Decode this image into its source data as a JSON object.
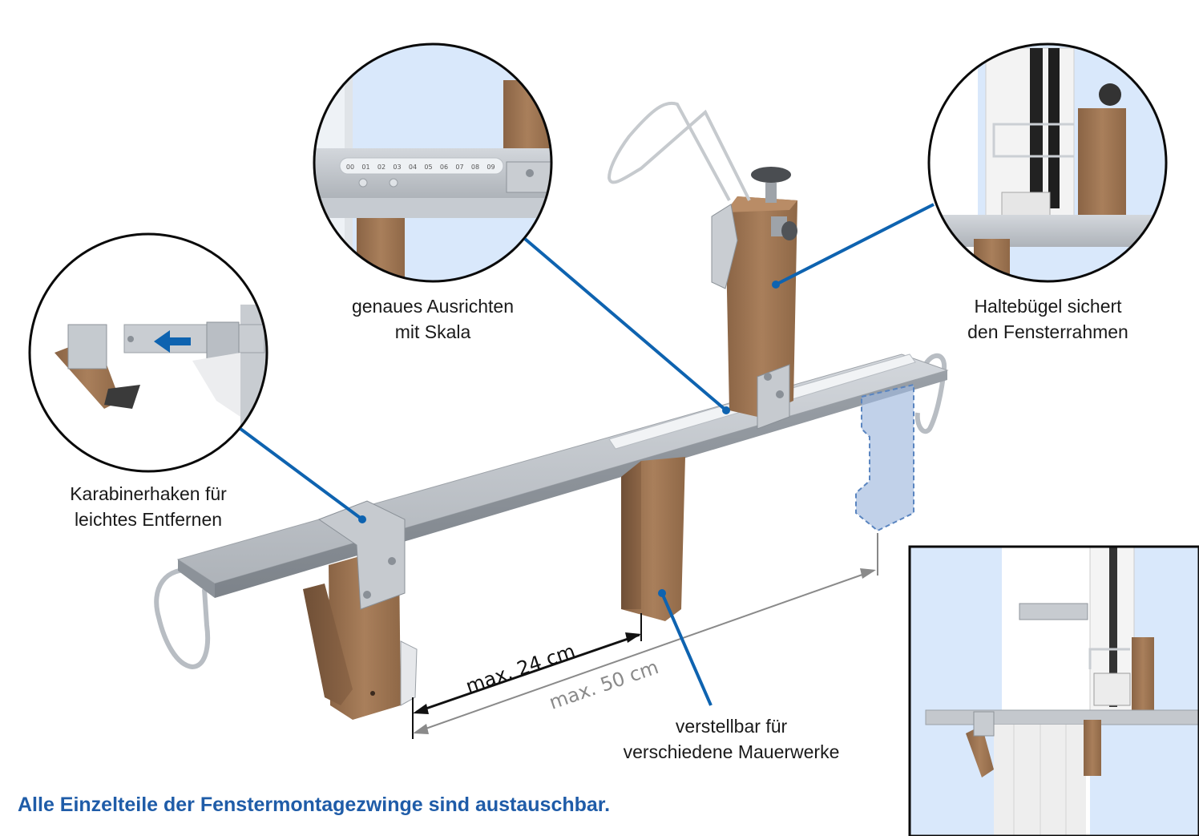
{
  "labels": {
    "karabiner": [
      "Karabinerhaken für",
      "leichtes Entfernen"
    ],
    "skala": [
      "genaues Ausrichten",
      "mit Skala"
    ],
    "haltebuegel": [
      "Haltebügel sichert",
      "den Fensterrahmen"
    ],
    "mauerwerk": [
      "verstellbar für",
      "verschiedene Mauerwerke"
    ]
  },
  "measurements": {
    "short": "max. 24 cm",
    "long": "max. 50 cm"
  },
  "footer": "Alle Einzelteile der Fenstermontagezwinge sind austauschbar.",
  "scale_ticks": [
    "00",
    "01",
    "02",
    "03",
    "04",
    "05",
    "06",
    "07",
    "08",
    "09"
  ],
  "colors": {
    "leader": "#0e63b0",
    "footer_text": "#1f5ca8",
    "metal": "#b8bcc2",
    "wood": "#9e7552",
    "sky": "#d9e8fb",
    "adjustable_foot": "#9fb8dd"
  },
  "icons": {
    "arrow": "left-arrow-icon",
    "carabiner": "carabiner-icon"
  }
}
